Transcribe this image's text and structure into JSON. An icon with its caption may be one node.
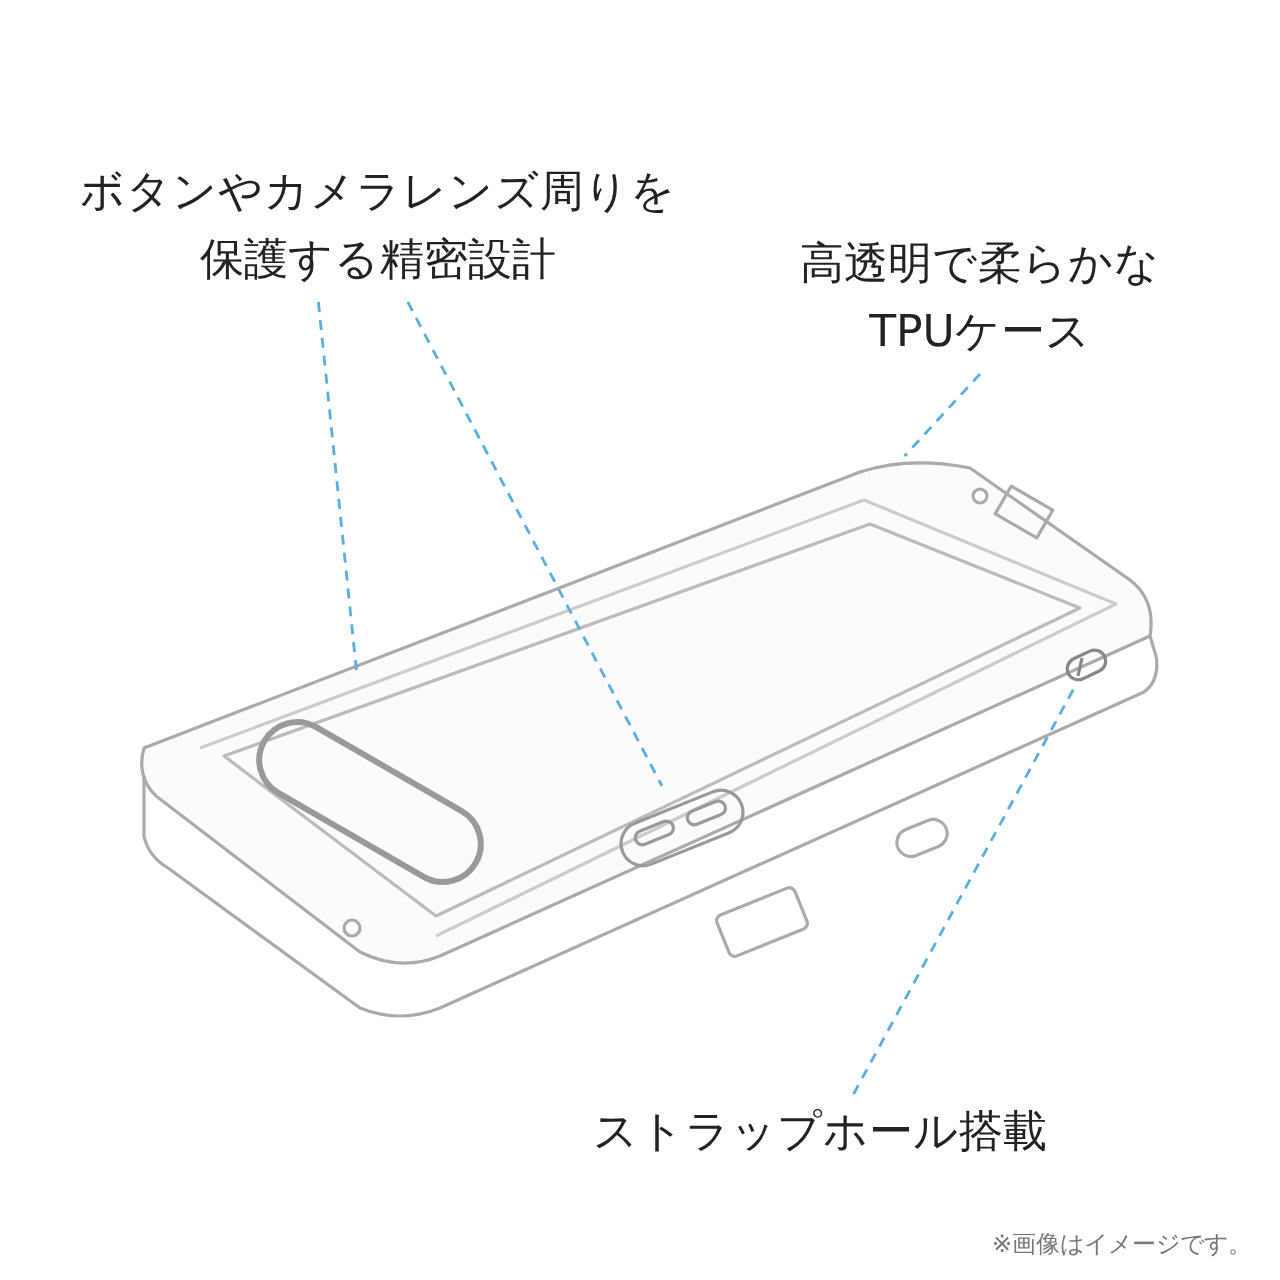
{
  "diagram": {
    "nodes": [
      {
        "text": [
          "ボタンやカメラレンズ周りを保護する精密設計"
        ]
      },
      {
        "text": [
          "高透明で柔らかなTPUケース"
        ]
      },
      {
        "text": [
          "ストラップホール搭載"
        ]
      },
      {
        "text": [],
        "shape": "picture"
      },
      {
        "text": [],
        "shape": "box",
        "in": 3
      },
      {
        "text": [],
        "shape": "picture",
        "in": 3
      },
      {
        "text": [],
        "shape": "picture",
        "in": 3
      }
    ],
    "edges": [
      {
        "from": 0,
        "to": 4,
        "arrow": "none",
        "style": "dashed"
      },
      {
        "from": 0,
        "to": 5,
        "arrow": "none",
        "style": "dashed"
      },
      {
        "from": 1,
        "to": 3,
        "arrow": "none",
        "style": "dashed"
      },
      {
        "from": 2,
        "to": 6,
        "arrow": "none",
        "style": "dashed"
      }
    ],
    "labels": [
      "※画像はイメージです。"
    ]
  }
}
